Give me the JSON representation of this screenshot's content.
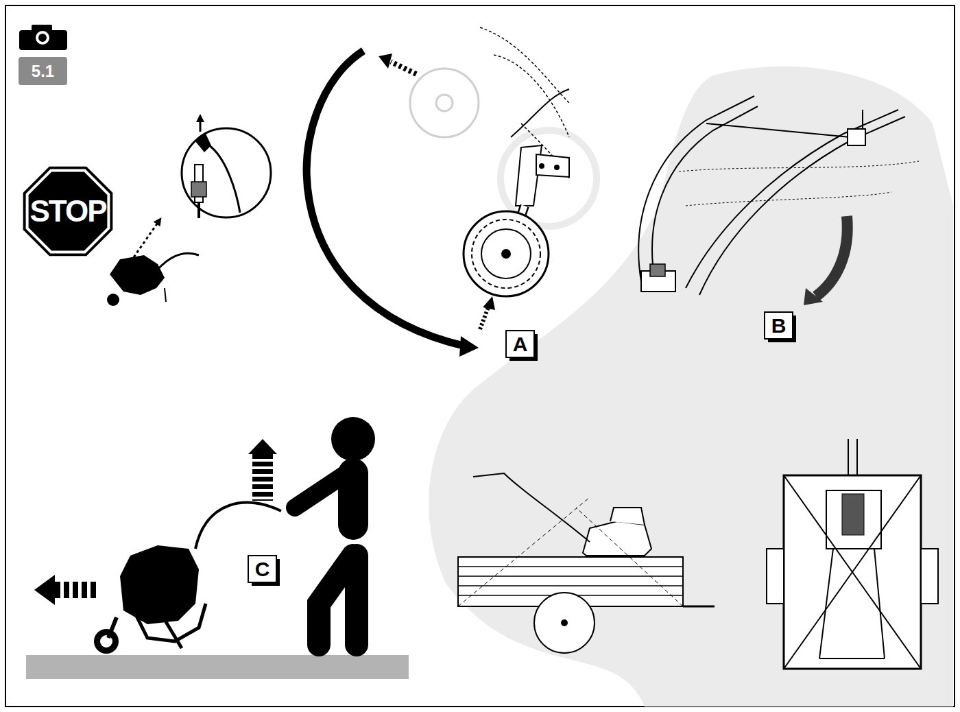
{
  "diagram": {
    "nodes": [
      {
        "text": [
          "5.1"
        ]
      },
      {
        "text": [
          "STOP"
        ]
      },
      {
        "text": [
          "A"
        ]
      },
      {
        "text": [
          "B"
        ]
      },
      {
        "text": [
          "C"
        ]
      }
    ]
  }
}
